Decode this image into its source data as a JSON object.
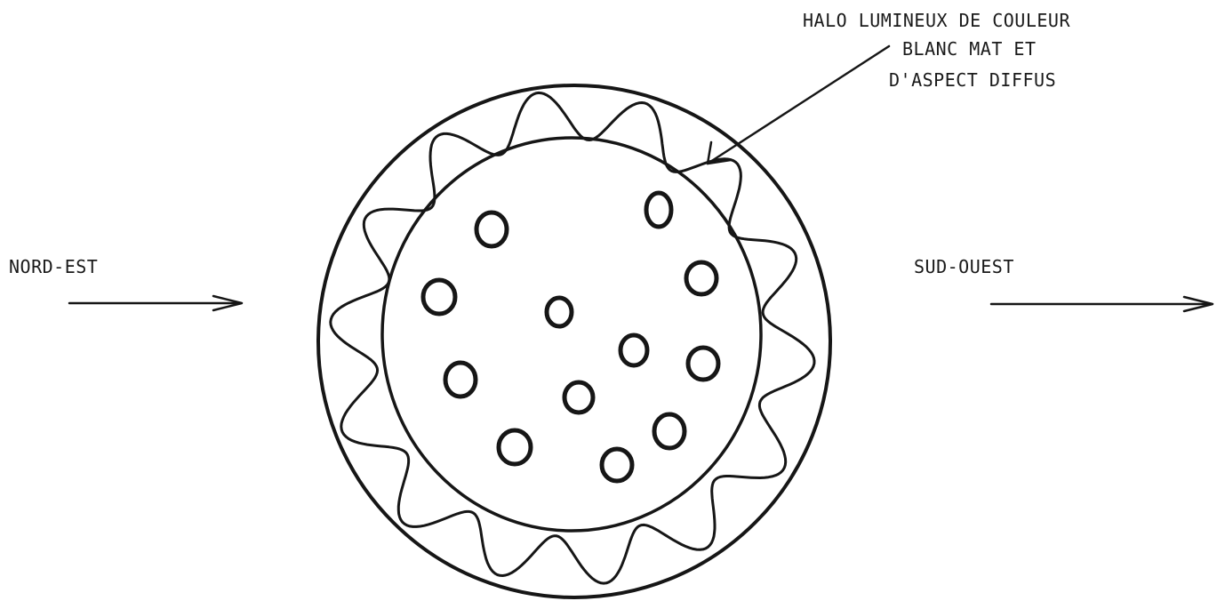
{
  "annotation": {
    "lines": [
      "HALO LUMINEUX DE COULEUR",
      "BLANC MAT ET",
      "D'ASPECT DIFFUS"
    ]
  },
  "directions": {
    "left": "NORD-EST",
    "right": "SUD-OUEST"
  },
  "colors": {
    "ink": "#161616",
    "background": "#ffffff"
  }
}
